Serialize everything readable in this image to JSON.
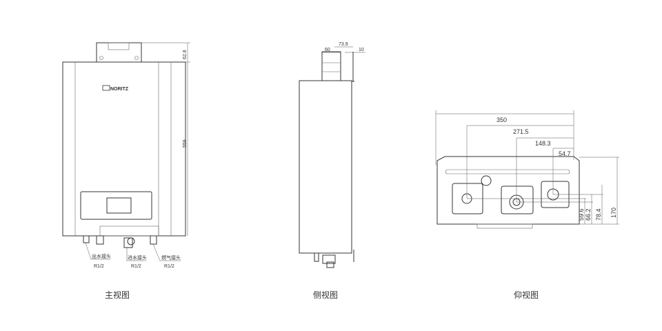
{
  "front_view": {
    "caption": "主视图",
    "brand_logo": "NORITZ",
    "dims": {
      "top": "62.8",
      "height": "559"
    },
    "connectors": [
      {
        "name": "出水接头",
        "size": "R1/2"
      },
      {
        "name": "进水接头",
        "size": "R1/2"
      },
      {
        "name": "燃气接头",
        "size": "R1/2"
      }
    ]
  },
  "side_view": {
    "caption": "侧视图",
    "dims": {
      "flue": "60",
      "offset": "73.9",
      "bracket": "10"
    }
  },
  "bottom_view": {
    "caption": "仰视图",
    "horizontal_dims": [
      "350",
      "271.5",
      "148.3",
      "54.7"
    ],
    "vertical_dims": [
      "59.6",
      "66.2",
      "78.4",
      "170"
    ]
  }
}
